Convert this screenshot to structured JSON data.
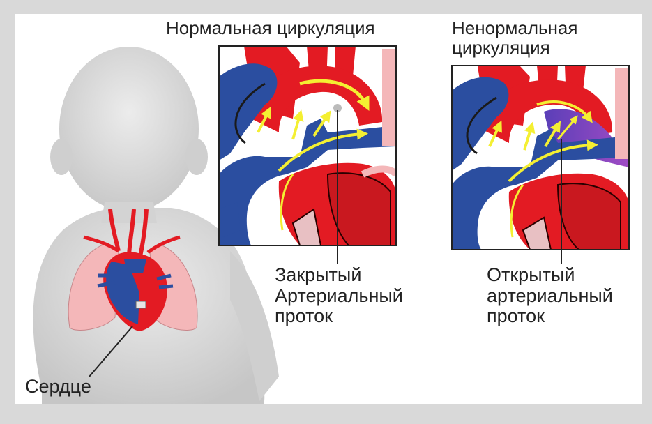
{
  "titles": {
    "normal": "Нормальная циркуляция",
    "abnormal": "Ненормальная\nциркуляция"
  },
  "captions": {
    "closed": "Закрытый\nАртериальный\nпроток",
    "open": "Открытый\nартериальный\nпроток",
    "heart": "Сердце"
  },
  "colors": {
    "artery": "#e31b23",
    "vein": "#2b4ea0",
    "flow_arrow": "#f4ef32",
    "mixed_blood": "#8e3bbf",
    "lung": "#f4b7b9",
    "baby_skin": "#d9d9d9",
    "background": "#d9d9d9"
  }
}
